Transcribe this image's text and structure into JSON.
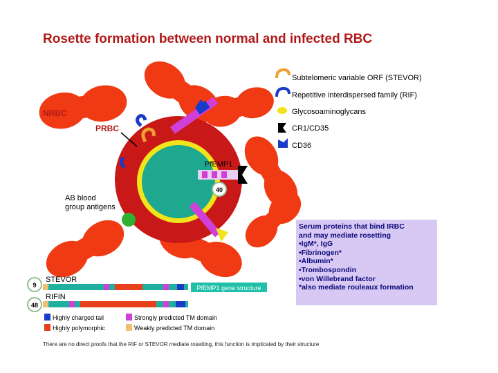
{
  "title": "Rosette formation between normal and infected RBC",
  "labels": {
    "nrbc": "NRBC",
    "prbc": "PRBC",
    "pfemp1": "PfEMP1",
    "ab_antigens_1": "AB blood",
    "ab_antigens_2": "group antigens",
    "badge_center": "40",
    "stevor": "STEVOR",
    "rifin": "RIFIN",
    "badge_stevor": "9",
    "badge_rifin": "48",
    "gene_structure": "PfEMP1 gene structure"
  },
  "legend": [
    {
      "label": "Subtelomeric variable ORF (STEVOR)",
      "icon": "stevor-hook-icon",
      "color": "#f0a030"
    },
    {
      "label": "Repetitive interdispersed family (RIF)",
      "icon": "rif-hook-icon",
      "color": "#1a3ac8"
    },
    {
      "label": "Glycosoaminoglycans",
      "icon": "gag-icon",
      "color": "#f2e41a"
    },
    {
      "label": "CR1/CD35",
      "icon": "cr1-icon",
      "color": "#000000"
    },
    {
      "label": "CD36",
      "icon": "cd36-icon",
      "color": "#1a3ac8"
    }
  ],
  "bottom_legend": [
    {
      "label": "Highly charged tail",
      "color": "#1a3ac8"
    },
    {
      "label": "Highly polymorphic",
      "color": "#e8401a"
    },
    {
      "label": "Strongly predicted TM domain",
      "color": "#d040d8"
    },
    {
      "label": "Weakly predicted TM domain",
      "color": "#f0c070"
    }
  ],
  "serum": {
    "title_1": "Serum proteins that bind IRBC",
    "title_2": "and may mediate rosetting",
    "items": [
      "•IgM*, IgG",
      "•Fibrinogen*",
      "•Albumin*",
      "•Trombospondin",
      "•von Willebrand factor"
    ],
    "note": "*also mediate rouleaux formation"
  },
  "footnote": "There are no direct proofs that the RIF or STEVOR mediate rosetting, this function is implicated by their structure",
  "colors": {
    "title": "#b01818",
    "nrbc": "#f03a14",
    "prbc_outer": "#c81818",
    "prbc_ring": "#f2e41a",
    "nucleus": "#1fa890",
    "serum_box": "#d8c8f4",
    "stevor_bar": "#20b0a0",
    "rifin_bar": "#1a3ac8"
  }
}
